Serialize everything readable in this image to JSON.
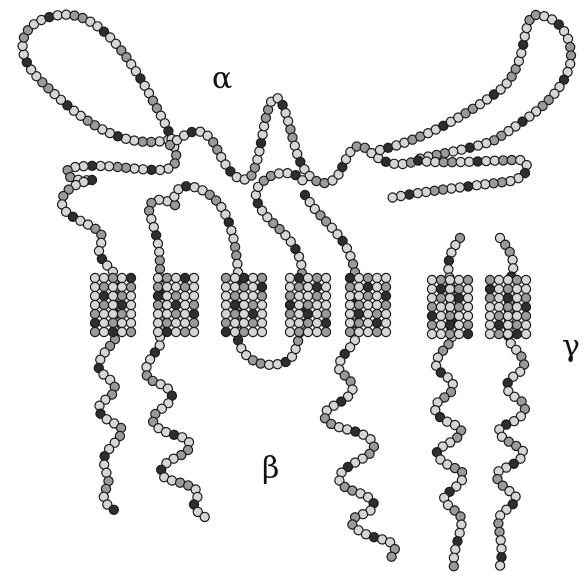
{
  "labels": {
    "alpha": "α",
    "beta": "β",
    "gamma": "γ"
  },
  "colors": {
    "background": "#ffffff",
    "bead_outline": "#1a1a1a",
    "bead_light": "#d6d6d6",
    "bead_mid": "#9a9a9a",
    "bead_dark": "#2e2e2e"
  }
}
